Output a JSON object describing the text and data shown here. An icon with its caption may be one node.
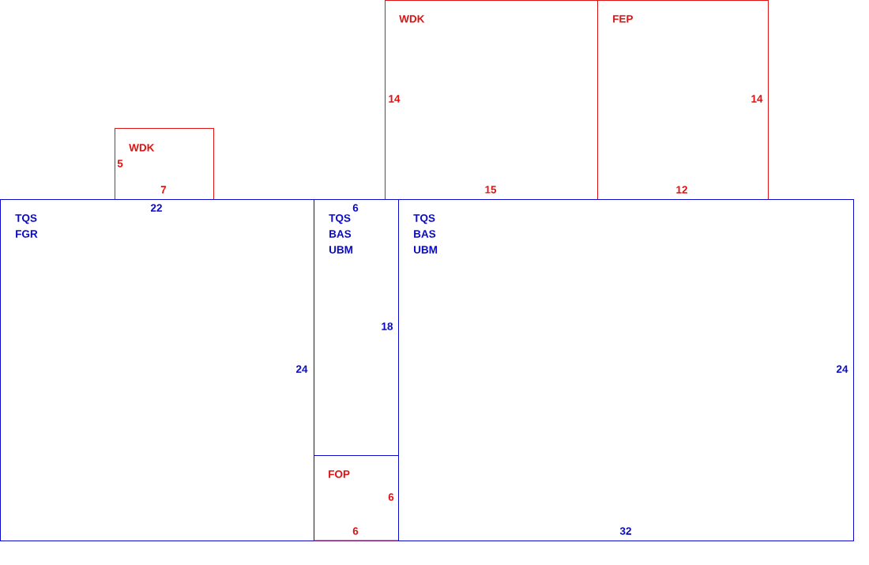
{
  "diagram": {
    "nodes": [
      {
        "text": [
          "WDK",
          "5",
          "7"
        ]
      },
      {
        "text": [
          "WDK",
          "14",
          "15"
        ]
      },
      {
        "text": [
          "FEP",
          "14",
          "12"
        ]
      },
      {
        "text": [
          "TQS FGR",
          "22",
          "24"
        ]
      },
      {
        "text": [
          "TQS BAS UBM",
          "6",
          "18"
        ]
      },
      {
        "text": [
          "FOP",
          "6",
          "6"
        ]
      },
      {
        "text": [
          "TQS BAS UBM",
          "24",
          "32"
        ]
      }
    ]
  }
}
